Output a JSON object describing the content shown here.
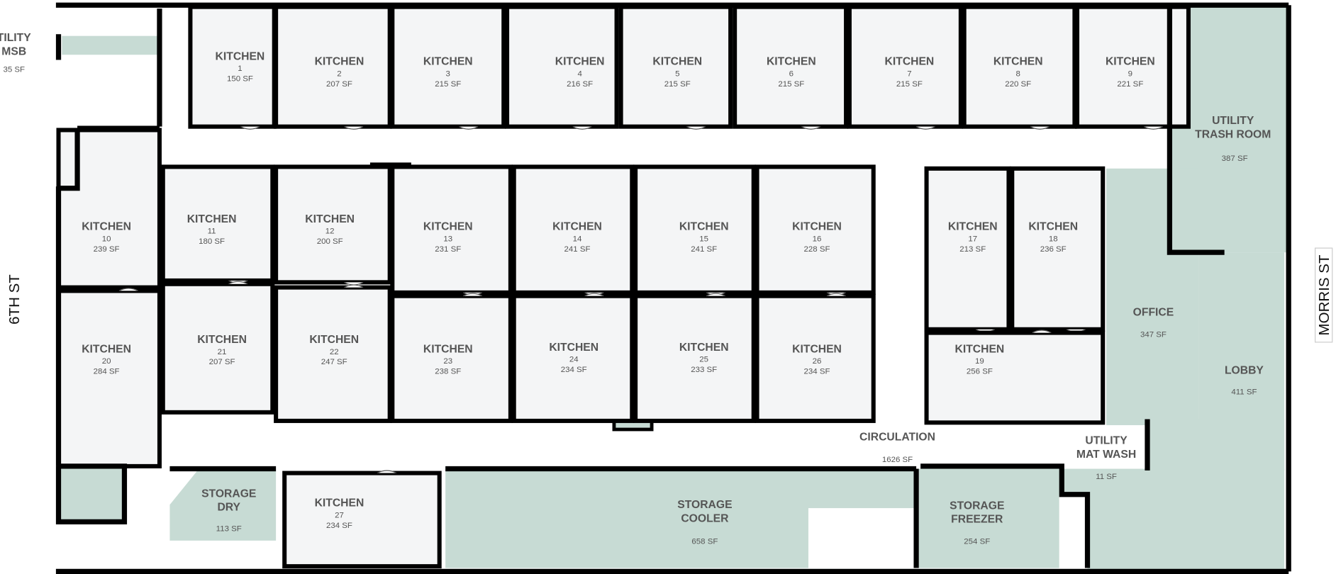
{
  "colors": {
    "wall": "#000000",
    "kitchen_fill": "#f4f5f6",
    "support_fill": "#c7dbd4",
    "label": "#555555"
  },
  "streets": {
    "west": "6TH ST",
    "east": "MORRIS ST"
  },
  "kitchens": [
    {
      "name": "KITCHEN",
      "number": "1",
      "area": "150 SF"
    },
    {
      "name": "KITCHEN",
      "number": "2",
      "area": "207 SF"
    },
    {
      "name": "KITCHEN",
      "number": "3",
      "area": "215 SF"
    },
    {
      "name": "KITCHEN",
      "number": "4",
      "area": "216 SF"
    },
    {
      "name": "KITCHEN",
      "number": "5",
      "area": "215 SF"
    },
    {
      "name": "KITCHEN",
      "number": "6",
      "area": "215 SF"
    },
    {
      "name": "KITCHEN",
      "number": "7",
      "area": "215 SF"
    },
    {
      "name": "KITCHEN",
      "number": "8",
      "area": "220 SF"
    },
    {
      "name": "KITCHEN",
      "number": "9",
      "area": "221 SF"
    },
    {
      "name": "KITCHEN",
      "number": "10",
      "area": "239 SF"
    },
    {
      "name": "KITCHEN",
      "number": "11",
      "area": "180 SF"
    },
    {
      "name": "KITCHEN",
      "number": "12",
      "area": "200 SF"
    },
    {
      "name": "KITCHEN",
      "number": "13",
      "area": "231 SF"
    },
    {
      "name": "KITCHEN",
      "number": "14",
      "area": "241 SF"
    },
    {
      "name": "KITCHEN",
      "number": "15",
      "area": "241 SF"
    },
    {
      "name": "KITCHEN",
      "number": "16",
      "area": "228 SF"
    },
    {
      "name": "KITCHEN",
      "number": "17",
      "area": "213 SF"
    },
    {
      "name": "KITCHEN",
      "number": "18",
      "area": "236 SF"
    },
    {
      "name": "KITCHEN",
      "number": "19",
      "area": "256 SF"
    },
    {
      "name": "KITCHEN",
      "number": "20",
      "area": "284 SF"
    },
    {
      "name": "KITCHEN",
      "number": "21",
      "area": "207 SF"
    },
    {
      "name": "KITCHEN",
      "number": "22",
      "area": "247 SF"
    },
    {
      "name": "KITCHEN",
      "number": "23",
      "area": "238 SF"
    },
    {
      "name": "KITCHEN",
      "number": "24",
      "area": "234 SF"
    },
    {
      "name": "KITCHEN",
      "number": "25",
      "area": "233 SF"
    },
    {
      "name": "KITCHEN",
      "number": "26",
      "area": "234 SF"
    },
    {
      "name": "KITCHEN",
      "number": "27",
      "area": "234 SF"
    }
  ],
  "spaces": [
    {
      "line1": "TILITY",
      "line2": "MSB",
      "area": "35 SF"
    },
    {
      "line1": "UTILITY",
      "line2": "TRASH ROOM",
      "area": "387 SF"
    },
    {
      "line1": "OFFICE",
      "line2": "",
      "area": "347 SF"
    },
    {
      "line1": "LOBBY",
      "line2": "",
      "area": "411 SF"
    },
    {
      "line1": "CIRCULATION",
      "line2": "",
      "area": "1626 SF"
    },
    {
      "line1": "UTILITY",
      "line2": "MAT WASH",
      "area": "11 SF"
    },
    {
      "line1": "STORAGE",
      "line2": "DRY",
      "area": "113 SF"
    },
    {
      "line1": "STORAGE",
      "line2": "COOLER",
      "area": "658 SF"
    },
    {
      "line1": "STORAGE",
      "line2": "FREEZER",
      "area": "254 SF"
    }
  ]
}
